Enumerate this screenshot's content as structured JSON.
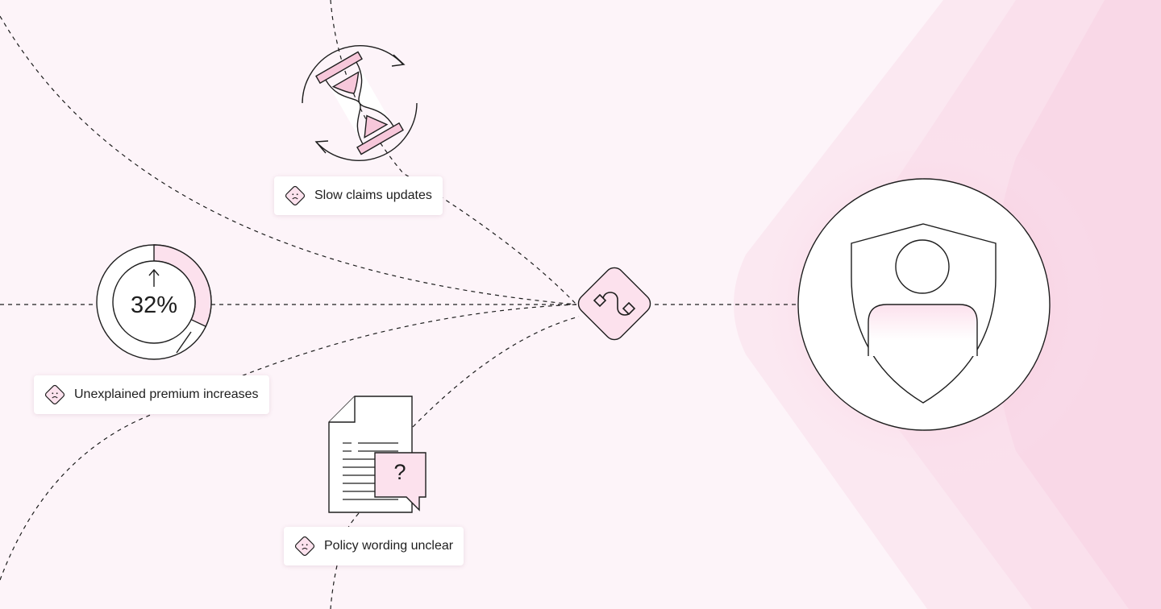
{
  "pain_points": {
    "slow_claims": {
      "label": "Slow claims updates"
    },
    "premium": {
      "label": "Unexplained premium increases"
    },
    "policy": {
      "label": "Policy wording unclear"
    }
  },
  "gauge": {
    "value_text": "32%",
    "fraction": 0.32
  },
  "document": {
    "question_mark": "?"
  },
  "icons": {
    "hourglass": "hourglass-cycle-icon",
    "gauge": "percentage-ring-icon",
    "document": "document-question-icon",
    "hub": "route-diamond-icon",
    "user": "shield-user-icon",
    "sad": "sad-face-diamond-icon"
  },
  "colors": {
    "background": "#fdf4f9",
    "accent_pink": "#fce1ed",
    "stroke": "#1e1e1e",
    "card": "#ffffff"
  }
}
